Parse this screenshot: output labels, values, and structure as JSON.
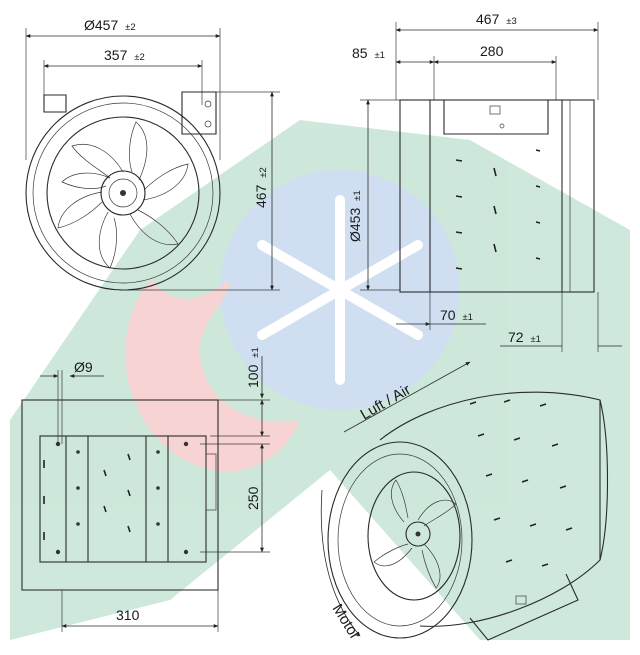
{
  "watermark": {
    "colors": {
      "green": "#1f9a5a",
      "blue": "#2d6fc4",
      "red": "#e23b3b",
      "grey": "#8a8a8a"
    }
  },
  "front_view": {
    "diameter": {
      "prefix": "Ø",
      "value": "457",
      "tol": "±2"
    },
    "mount_width": {
      "value": "357",
      "tol": "±2"
    },
    "height": {
      "value": "467",
      "tol": "±2"
    }
  },
  "side_view": {
    "overall_length": {
      "value": "467",
      "tol": "±3"
    },
    "offset": {
      "value": "85",
      "tol": "±1"
    },
    "bracket_length": {
      "value": "280"
    },
    "diameter": {
      "prefix": "Ø",
      "value": "453",
      "tol": "±1"
    },
    "bottom_offset": {
      "value": "70",
      "tol": "±1"
    },
    "end_offset": {
      "value": "72",
      "tol": "±1"
    }
  },
  "bottom_view": {
    "hole": {
      "prefix": "Ø",
      "value": "9"
    },
    "top_offset": {
      "value": "100",
      "tol": "±1"
    },
    "hole_spacing": {
      "value": "250"
    },
    "width": {
      "value": "310"
    }
  },
  "iso_view": {
    "airflow_label": "Luft / Air",
    "motor_label": "Motor"
  }
}
